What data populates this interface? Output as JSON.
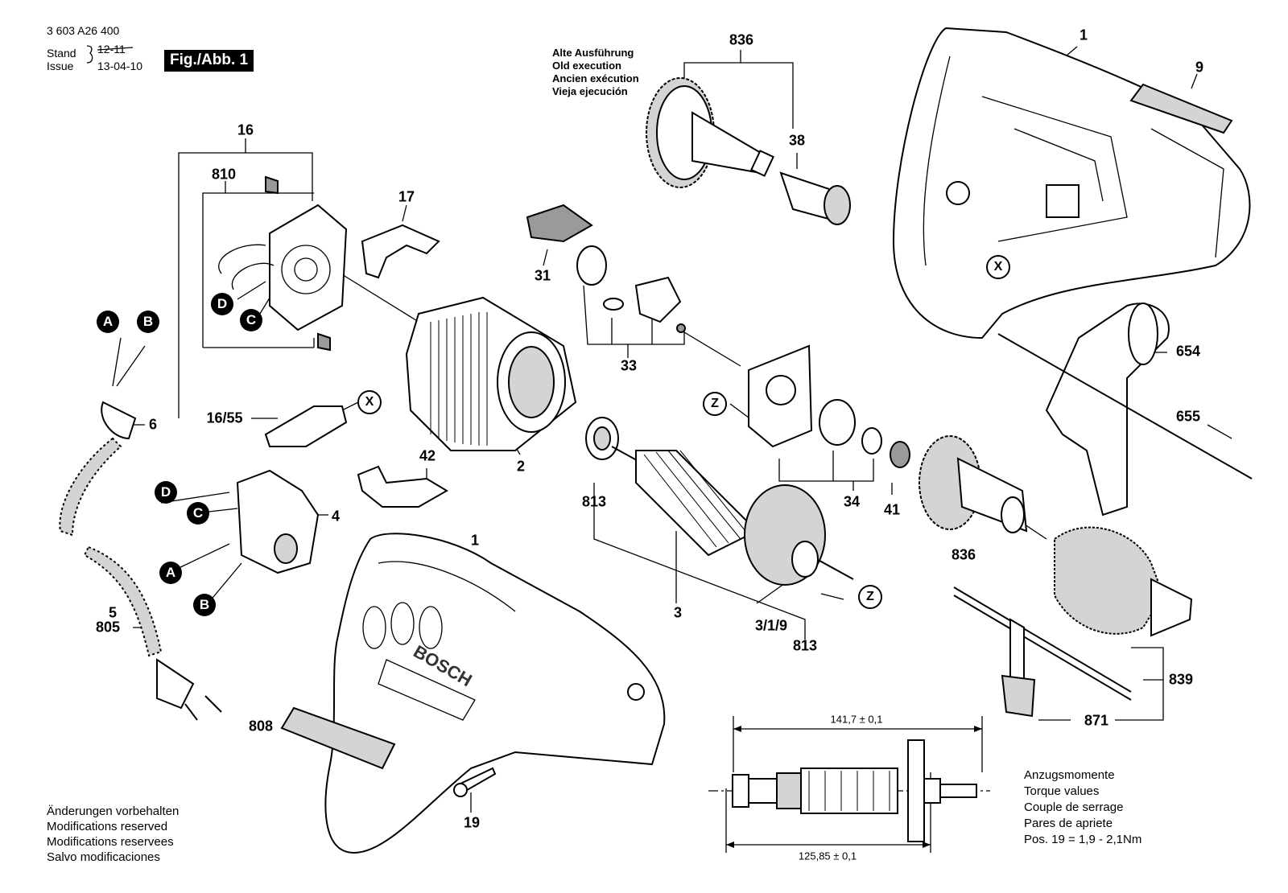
{
  "header": {
    "doc_number": "3 603 A26 400",
    "stand_label": "Stand",
    "issue_label": "Issue",
    "stand_date_struck": "12-11",
    "issue_date": "13-04-10",
    "figure_label": "Fig./Abb. 1"
  },
  "old_execution": [
    "Alte Ausführung",
    "Old execution",
    "Ancien exécution",
    "Vieja ejecución"
  ],
  "parts": [
    "836",
    "38",
    "1",
    "9",
    "16",
    "810",
    "17",
    "31",
    "33",
    "654",
    "655",
    "6",
    "16/55",
    "42",
    "2",
    "813",
    "34",
    "41",
    "836",
    "4",
    "1",
    "3",
    "3/1/9",
    "813",
    "5",
    "805",
    "808",
    "19",
    "839",
    "871"
  ],
  "callouts_filled": [
    "A",
    "B",
    "D",
    "C",
    "D",
    "C",
    "A",
    "B"
  ],
  "callouts_outlined": [
    "X",
    "X",
    "Z",
    "Z"
  ],
  "dimensions": {
    "overall_length": "141,7 ± 0,1",
    "inner_length": "125,85 ± 0,1"
  },
  "torque": [
    "Anzugsmomente",
    "Torque values",
    "Couple de serrage",
    "Pares de apriete",
    "Pos. 19  =  1,9  -  2,1Nm"
  ],
  "footer": [
    "Änderungen vorbehalten",
    "Modifications reserved",
    "Modifications reservees",
    "Salvo modificaciones"
  ],
  "brand": "BOSCH"
}
